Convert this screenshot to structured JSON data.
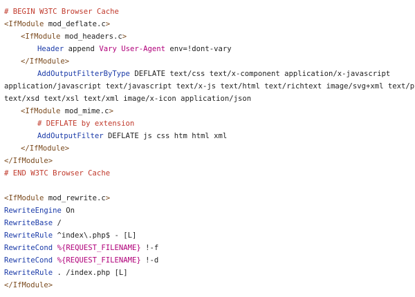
{
  "lines": [
    {
      "t": "# BEGIN W3TC Browser Cache"
    },
    {
      "a": "<IfModule",
      "b": " mod_deflate.c",
      "c": ">"
    },
    {
      "a": "<IfModule",
      "b": " mod_headers.c",
      "c": ">"
    },
    {
      "a": "Header",
      "b": " append ",
      "c": "Vary",
      "d": " ",
      "e": "User-Agent",
      "f": " env=!dont-vary"
    },
    {
      "a": "</IfModule>"
    },
    {
      "a": "AddOutputFilterByType",
      "b": " DEFLATE text/css text/x-component application/x-javascript"
    },
    {
      "t": "application/javascript text/javascript text/x-js text/html text/richtext image/svg+xml text/plain"
    },
    {
      "t": "text/xsd text/xsl text/xml image/x-icon application/json"
    },
    {
      "a": "<IfModule",
      "b": " mod_mime.c",
      "c": ">"
    },
    {
      "t": "# DEFLATE by extension"
    },
    {
      "a": "AddOutputFilter",
      "b": " DEFLATE js css htm html xml"
    },
    {
      "a": "</IfModule>"
    },
    {
      "a": "</IfModule>"
    },
    {
      "t": "# END W3TC Browser Cache"
    },
    {
      "t": ""
    },
    {
      "a": "<IfModule",
      "b": " mod_rewrite.c",
      "c": ">"
    },
    {
      "a": "RewriteEngine",
      "b": " On"
    },
    {
      "a": "RewriteBase",
      "b": " /"
    },
    {
      "a": "RewriteRule",
      "b": " ^index\\.php$ - [L]"
    },
    {
      "a": "RewriteCond",
      "b": " ",
      "c": "%{REQUEST_FILENAME}",
      "d": " !-f"
    },
    {
      "a": "RewriteCond",
      "b": " ",
      "c": "%{REQUEST_FILENAME}",
      "d": " !-d"
    },
    {
      "a": "RewriteRule",
      "b": " . /index.php [L]"
    },
    {
      "a": "</IfModule>"
    }
  ]
}
